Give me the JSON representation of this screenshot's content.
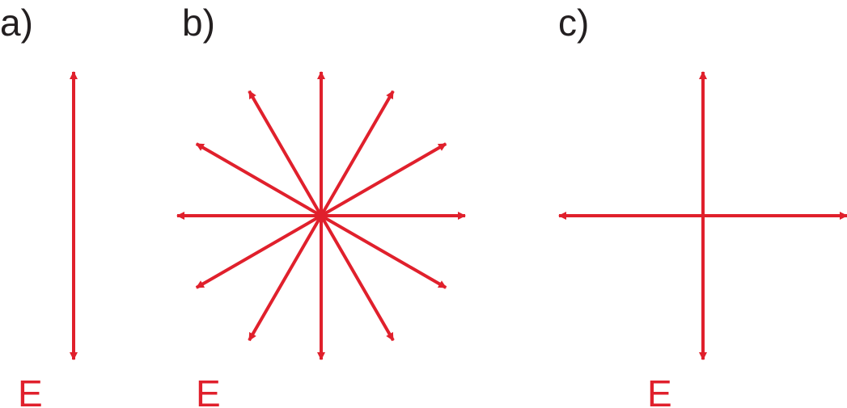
{
  "colors": {
    "arrow": "#e0202c",
    "label": "#231f20"
  },
  "panels": [
    {
      "label": "a)",
      "field_label": "E",
      "directions_deg": [
        90
      ]
    },
    {
      "label": "b)",
      "field_label": "E",
      "directions_deg": [
        0,
        30,
        60,
        90,
        120,
        150
      ]
    },
    {
      "label": "c)",
      "field_label": "E",
      "directions_deg": [
        0,
        90
      ]
    }
  ]
}
